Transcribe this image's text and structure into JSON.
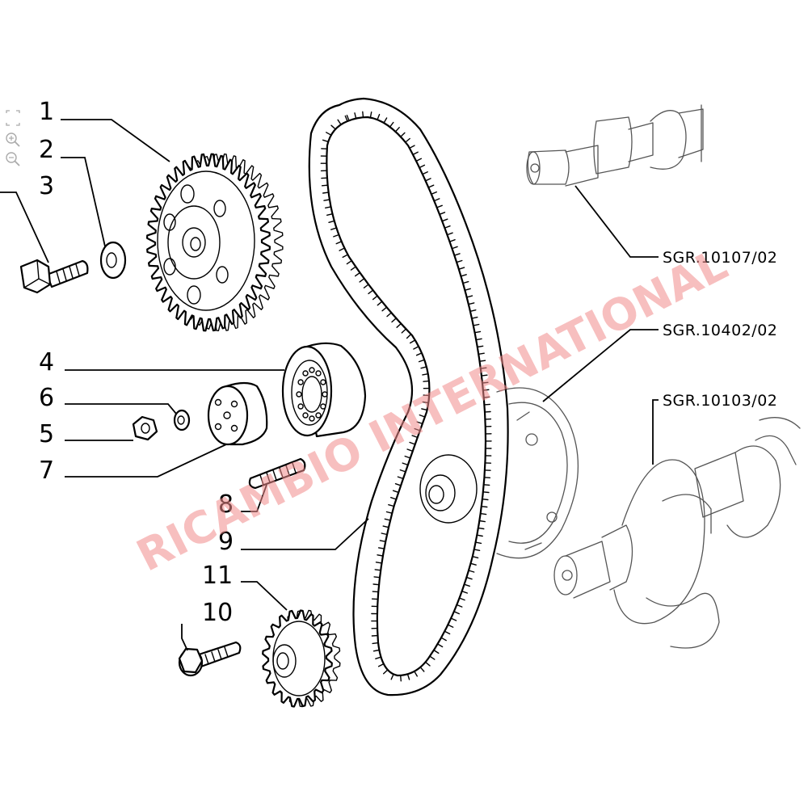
{
  "callouts": {
    "c1": "1",
    "c2": "2",
    "c3": "3",
    "c4": "4",
    "c5": "5",
    "c6": "6",
    "c7": "7",
    "c8": "8",
    "c9": "9",
    "c10": "10",
    "c11": "11"
  },
  "references": {
    "camshaft": "SGR.10107/02",
    "oil_pump": "SGR.10402/02",
    "crankshaft": "SGR.10103/02"
  },
  "watermark": "RICAMBIO INTERNATIONAL",
  "viewer_controls": {
    "fit_icon": "fit-screen-icon",
    "zoom_in_icon": "zoom-in-icon",
    "zoom_out_icon": "zoom-out-icon"
  },
  "colors": {
    "line": "#000000",
    "watermark": "#f08a8a",
    "background": "#ffffff"
  }
}
